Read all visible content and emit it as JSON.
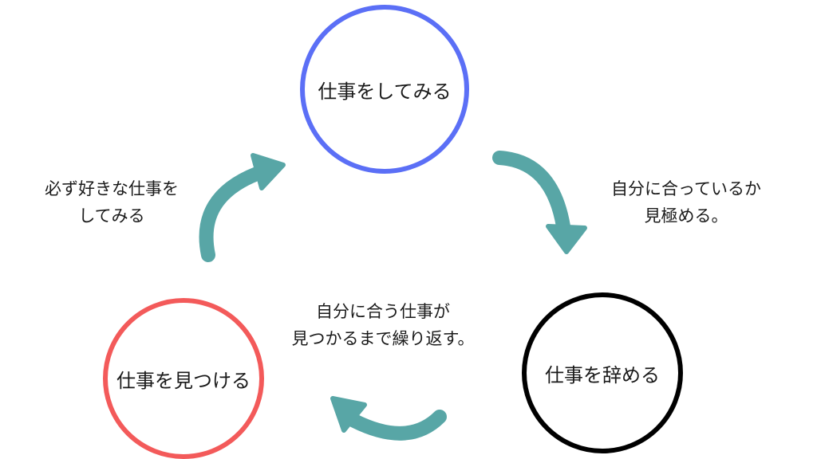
{
  "nodes": {
    "try": {
      "label": "仕事をしてみる",
      "color": "#5b6ff6"
    },
    "quit": {
      "label": "仕事を辞める",
      "color": "#000000"
    },
    "find": {
      "label": "仕事を見つける",
      "color": "#f35a5a"
    }
  },
  "captions": {
    "left": {
      "line1": "必ず好きな仕事を",
      "line2": "してみる"
    },
    "right": {
      "line1": "自分に合っているか",
      "line2": "見極める。"
    },
    "center": {
      "line1": "自分に合う仕事が",
      "line2": "見つかるまで繰り返す。"
    }
  },
  "arrow_color": "#58a6a6"
}
